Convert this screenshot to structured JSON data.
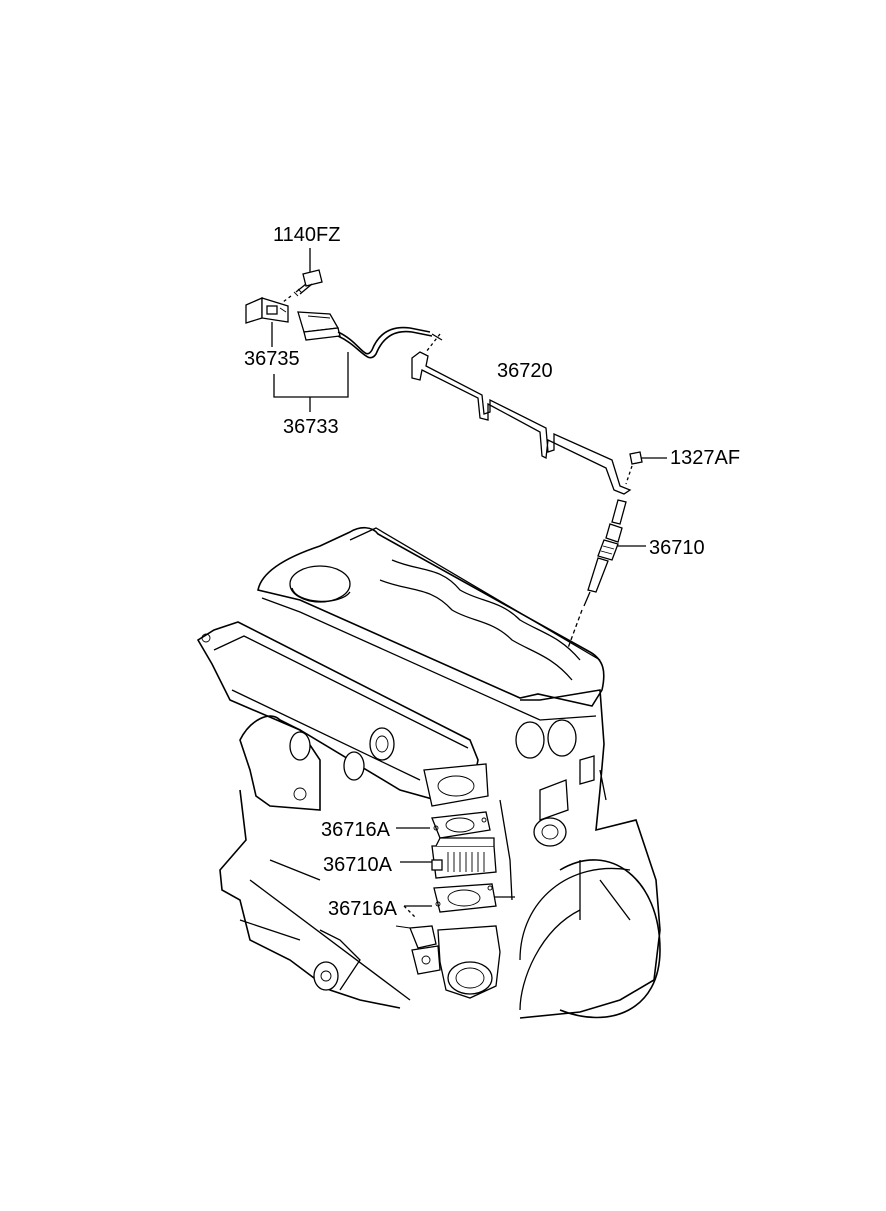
{
  "labels": {
    "bolt": "1140FZ",
    "bracket": "36735",
    "harness_assy": "36733",
    "cable": "36720",
    "nut": "1327AF",
    "glow_plug": "36710",
    "gasket_upper": "36716A",
    "heater": "36710A",
    "gasket_lower": "36716A"
  }
}
